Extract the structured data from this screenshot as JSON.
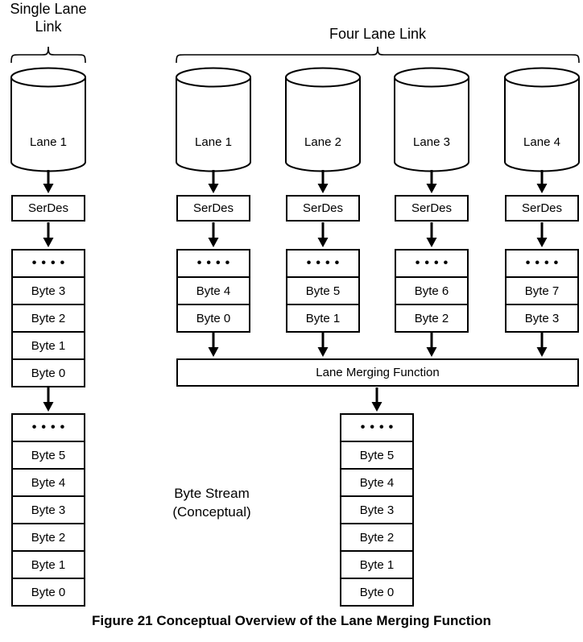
{
  "caption": "Figure 21 Conceptual Overview of the Lane Merging Function",
  "annotation": "Byte Stream (Conceptual)",
  "icons": {
    "ellipsis_dots": "••••"
  },
  "colors": {
    "line": "#000000",
    "background": "#ffffff"
  },
  "single_lane": {
    "title": "Single Lane Link",
    "lane_label": "Lane 1",
    "serdes_label": "SerDes",
    "input_stack": [
      "Byte 3",
      "Byte 2",
      "Byte 1",
      "Byte 0"
    ],
    "output_stack": [
      "Byte 5",
      "Byte 4",
      "Byte 3",
      "Byte 2",
      "Byte 1",
      "Byte 0"
    ]
  },
  "four_lane": {
    "title": "Four Lane Link",
    "merge_label": "Lane Merging Function",
    "lanes": [
      {
        "label": "Lane 1",
        "serdes_label": "SerDes",
        "bytes": [
          "Byte 4",
          "Byte 0"
        ]
      },
      {
        "label": "Lane 2",
        "serdes_label": "SerDes",
        "bytes": [
          "Byte 5",
          "Byte 1"
        ]
      },
      {
        "label": "Lane 3",
        "serdes_label": "SerDes",
        "bytes": [
          "Byte 6",
          "Byte 2"
        ]
      },
      {
        "label": "Lane 4",
        "serdes_label": "SerDes",
        "bytes": [
          "Byte 7",
          "Byte 3"
        ]
      }
    ],
    "output_stack": [
      "Byte 5",
      "Byte 4",
      "Byte 3",
      "Byte 2",
      "Byte 1",
      "Byte 0"
    ]
  }
}
